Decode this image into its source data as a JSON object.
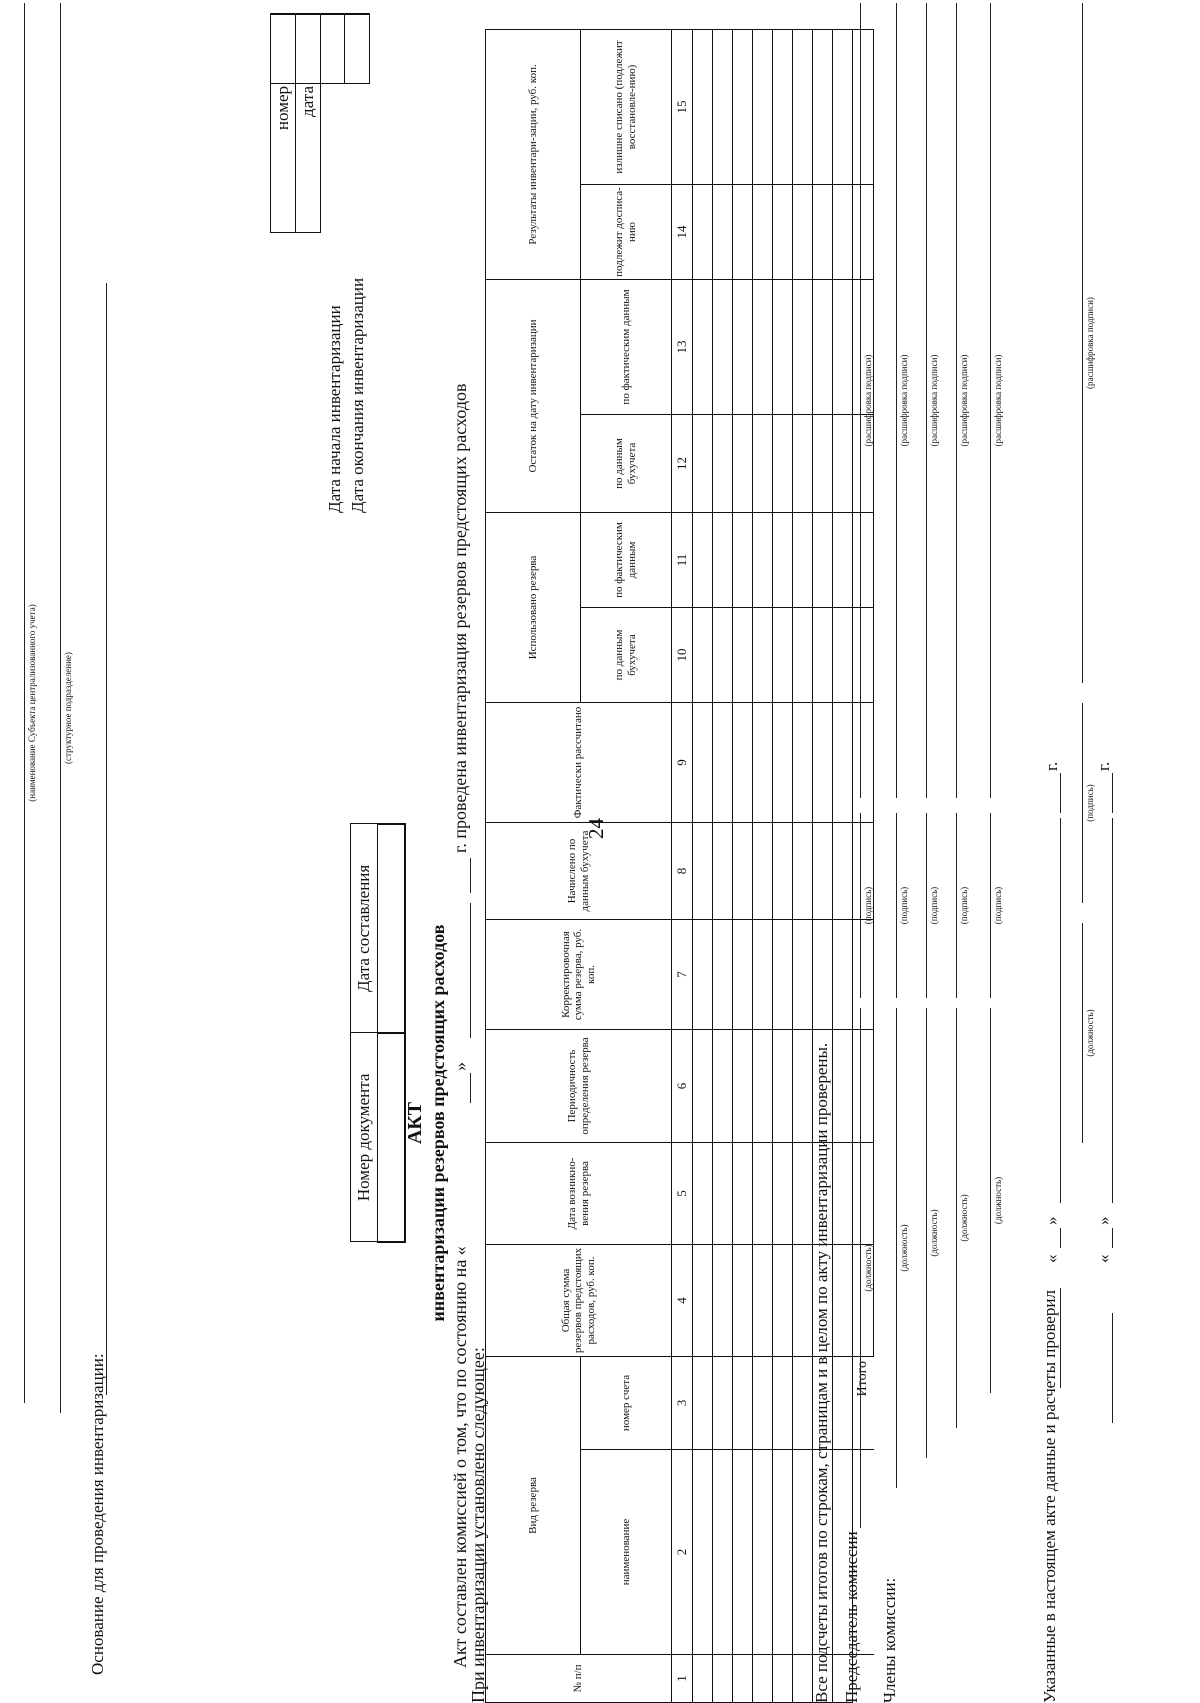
{
  "page_number": "24",
  "header": {
    "org_caption": "(наименование Субъекта централизованного учета)",
    "subdivision_caption": "(структурное подразделение)",
    "basis_label": "Основание для проведения инвентаризации:"
  },
  "code_box": {
    "number_label": "номер",
    "date_label": "дата",
    "start_label": "Дата начала инвентаризации",
    "end_label": "Дата окончания инвентаризации"
  },
  "doc_box": {
    "number_header": "Номер документа",
    "date_header": "Дата составления"
  },
  "title": {
    "line1": "АКТ",
    "line2": "инвентаризации резервов предстоящих расходов"
  },
  "intro": {
    "text_a": "Акт составлен комиссией о том, что по состоянию на «",
    "text_b": "»",
    "text_c": "г. проведена инвентаризация резервов предстоящих расходов",
    "established": "При инвентаризации установлено следующее:"
  },
  "table": {
    "col1": "№ п/п",
    "col_group_type": "Вид резерва",
    "col2": "наименование",
    "col3": "номер счета",
    "col4": "Общая сумма резервов предстоящих расходов, руб. коп.",
    "col5": "Дата возникно-вения резерва",
    "col6": "Периодичность определения резерва",
    "col7": "Корректировочная сумма резерва, руб. коп.",
    "col8": "Начислено по данным бухучета",
    "col9": "Фактически рассчитано",
    "group_used": "Использовано резерва",
    "col10": "по данным бухучета",
    "col11": "по фактическим данным",
    "group_balance": "Остаток на дату инвентаризации",
    "col12": "по данным бухучета",
    "col13": "по фактическим данным",
    "group_results": "Результаты инвентари-зации, руб. коп.",
    "col14": "подлежит досписа-нию",
    "col15": "излишне списано (подлежит восстановле-нию)",
    "numbers": [
      "1",
      "2",
      "3",
      "4",
      "5",
      "6",
      "7",
      "8",
      "9",
      "10",
      "11",
      "12",
      "13",
      "14",
      "15"
    ],
    "total_label": "Итого"
  },
  "footer": {
    "checked_text": "Все подсчеты итогов по строкам, страницам и в целом по акту инвентаризации проверены.",
    "chairman_label": "Председатель комиссии",
    "members_label": "Члены комиссии:",
    "verified_text": "Указанные в настоящем акте данные и расчеты проверил",
    "position_caption": "(должность)",
    "signature_caption": "(подпись)",
    "decoding_caption": "(расшифровка подписи)",
    "date_open": "«",
    "date_close": "»",
    "year_suffix": "г."
  }
}
